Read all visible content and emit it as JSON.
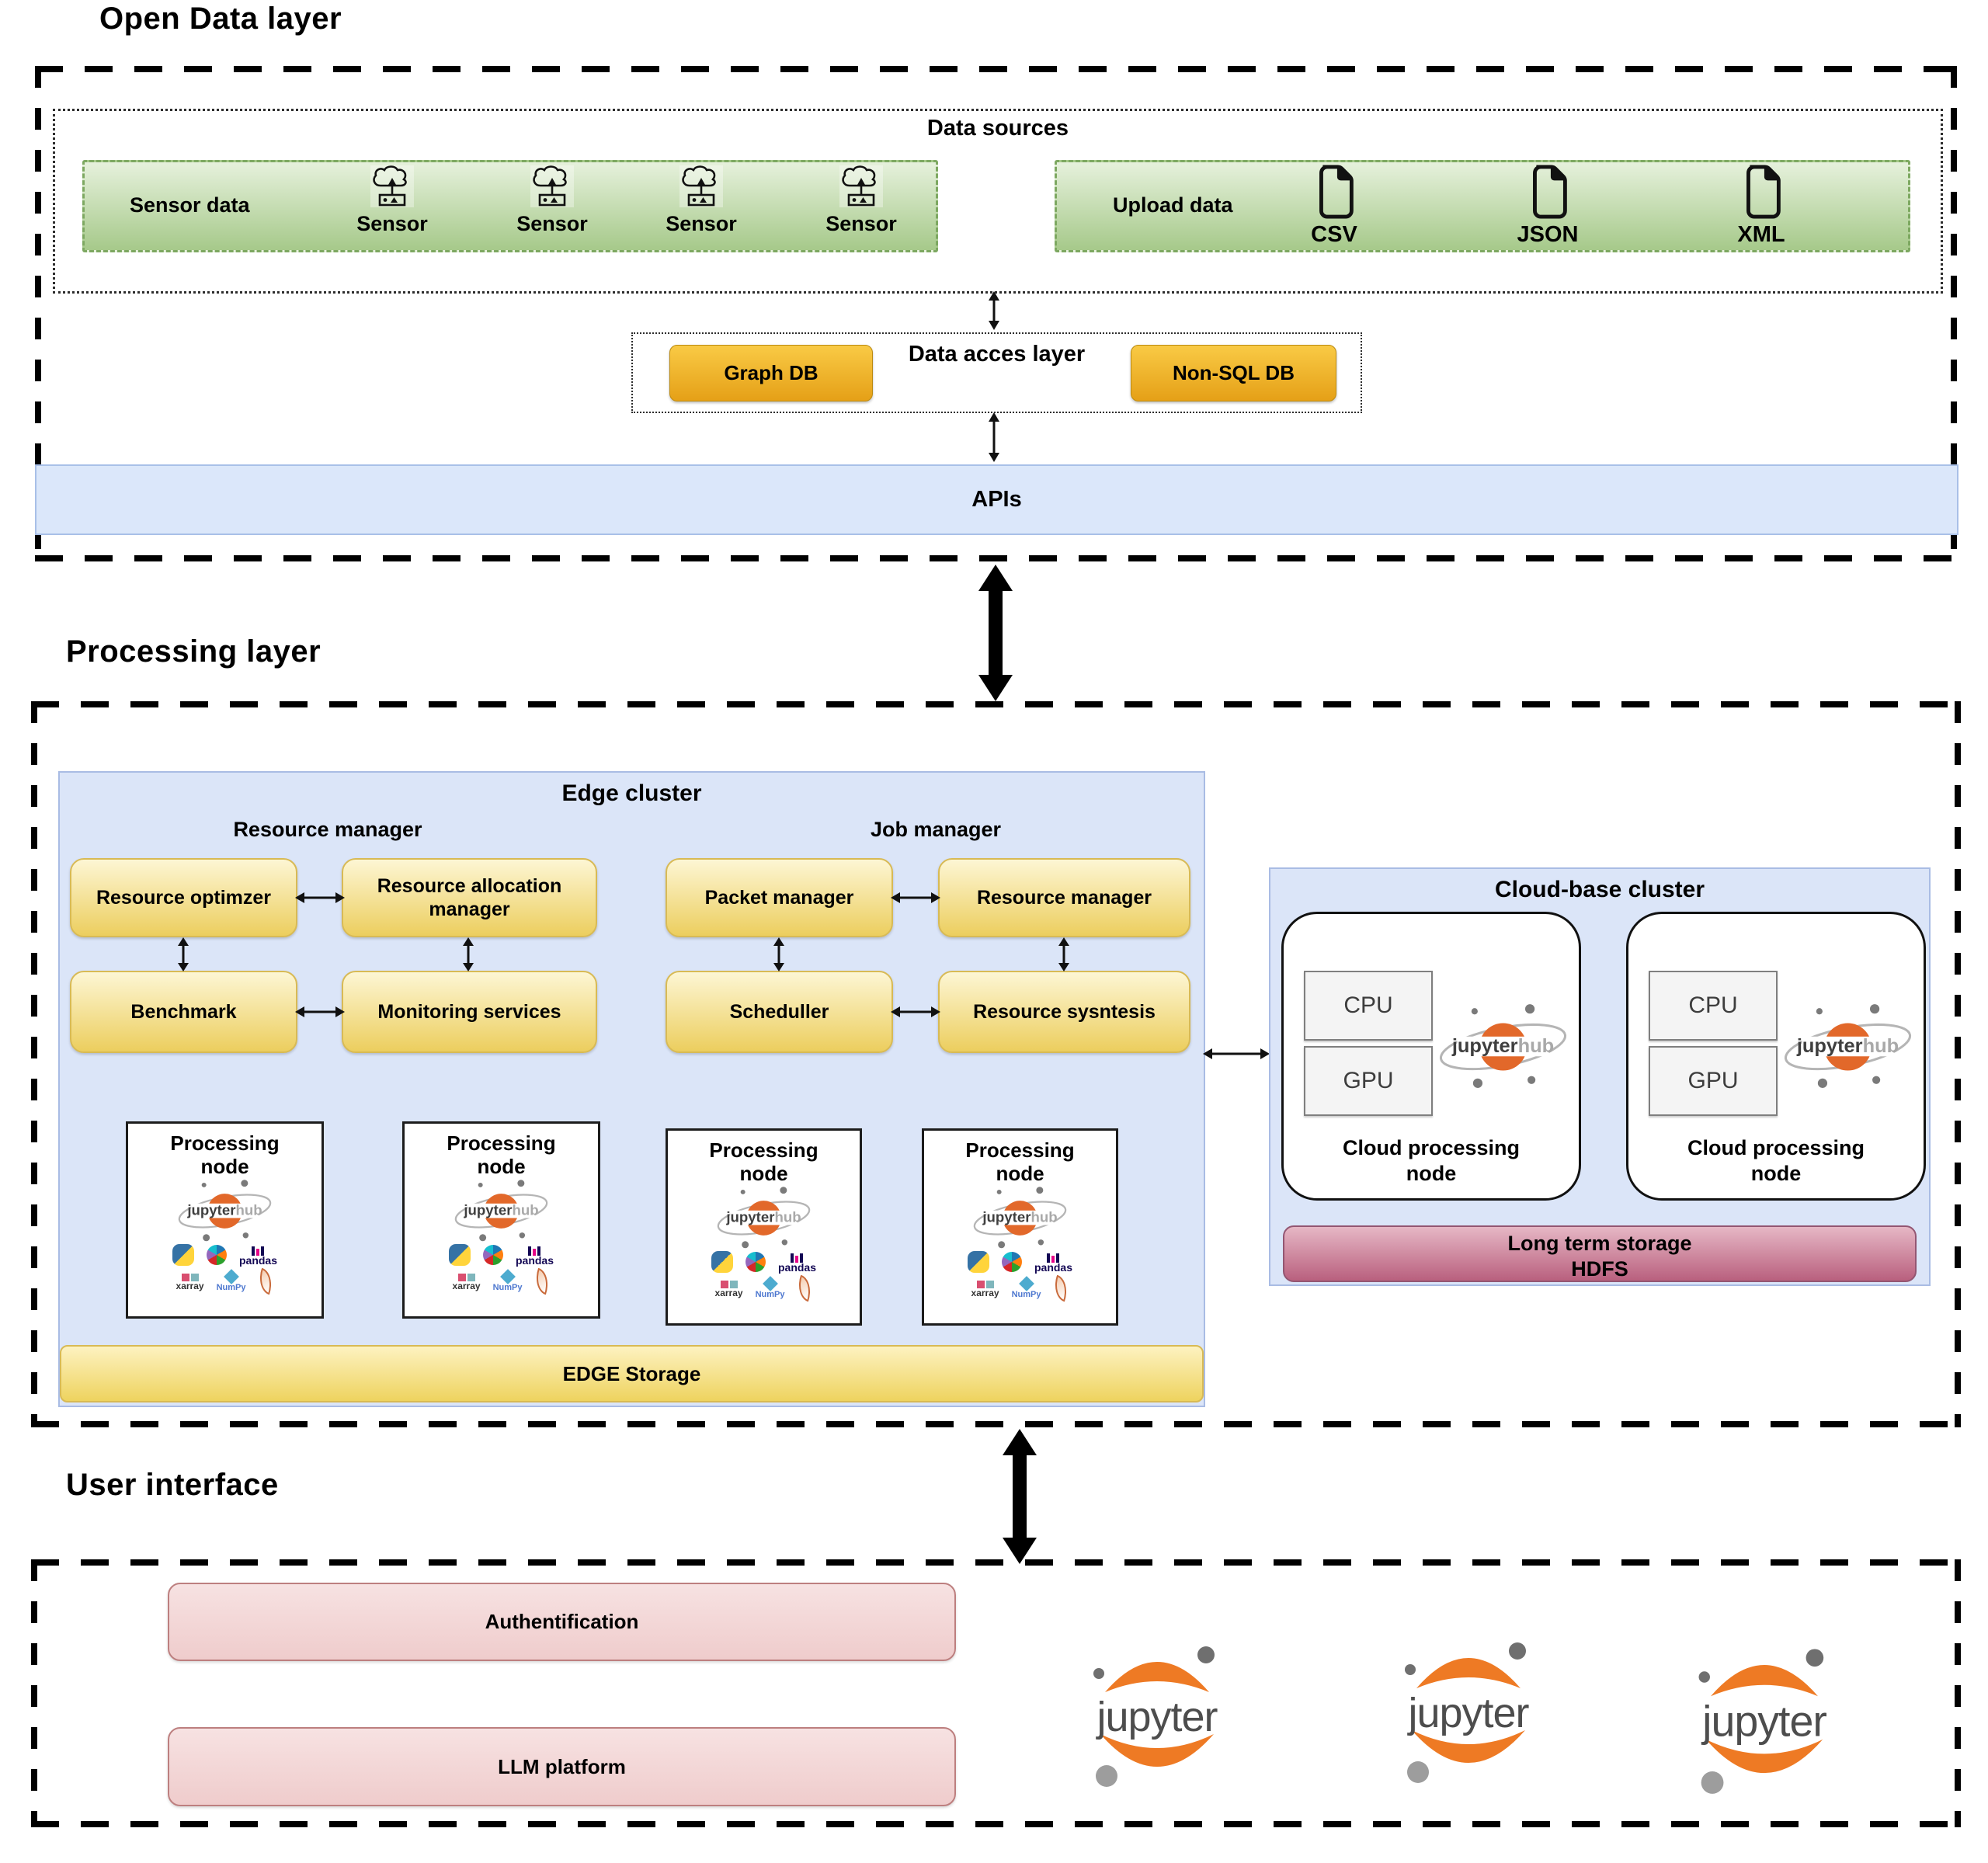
{
  "colors": {
    "green_fill_top": "#e6f1dc",
    "green_fill_bottom": "#a6c98a",
    "green_border": "#7da861",
    "orange_button_top": "#f9ca45",
    "orange_button_bottom": "#e5a017",
    "api_bar_blue": "#dbe7fa",
    "cluster_blue": "#dbe5f8",
    "yellow_box_top": "#fdf6d4",
    "yellow_box_bottom": "#ecce5e",
    "hdfs_top": "#e6b7c5",
    "hdfs_bottom": "#b9607e",
    "pink_box": "#f2d4d4",
    "jupyter_orange": "#ee7a24",
    "logo_text_gray": "#4d4d4d"
  },
  "open_data_layer": {
    "title": "Open Data layer",
    "data_sources": {
      "title": "Data sources",
      "sensor_box": {
        "label": "Sensor data",
        "sensors": [
          "Sensor",
          "Sensor",
          "Sensor",
          "Sensor"
        ]
      },
      "upload_box": {
        "label": "Upload data",
        "files": [
          "CSV",
          "JSON",
          "XML"
        ]
      }
    },
    "data_access_layer": {
      "title": "Data acces layer",
      "graph_db": "Graph DB",
      "non_sql_db": "Non-SQL DB"
    },
    "apis": "APIs"
  },
  "processing_layer": {
    "title": "Processing layer",
    "edge_cluster": {
      "title": "Edge cluster",
      "resource_manager_group": "Resource manager",
      "job_manager_group": "Job manager",
      "resource_optimizer": "Resource optimzer",
      "resource_allocation": "Resource allocation manager",
      "benchmark": "Benchmark",
      "monitoring_services": "Monitoring services",
      "packet_manager": "Packet manager",
      "resource_manager": "Resource manager",
      "scheduler": "Scheduller",
      "resource_synthesis": "Resource sysntesis",
      "processing_node_label": "Processing node",
      "edge_storage": "EDGE Storage"
    },
    "cloud_cluster": {
      "title": "Cloud-base cluster",
      "cpu": "CPU",
      "gpu": "GPU",
      "node_label": "Cloud processing node",
      "storage_line1": "Long term storage",
      "storage_line2": "HDFS"
    },
    "logos": {
      "jupyter": "jupyter",
      "hub": "hub",
      "pandas": "pandas",
      "numpy": "NumPy",
      "xarray": "xarray"
    }
  },
  "user_interface": {
    "title": "User interface",
    "authentification": "Authentification",
    "llm_platform": "LLM platform",
    "jupyter": "jupyter"
  }
}
